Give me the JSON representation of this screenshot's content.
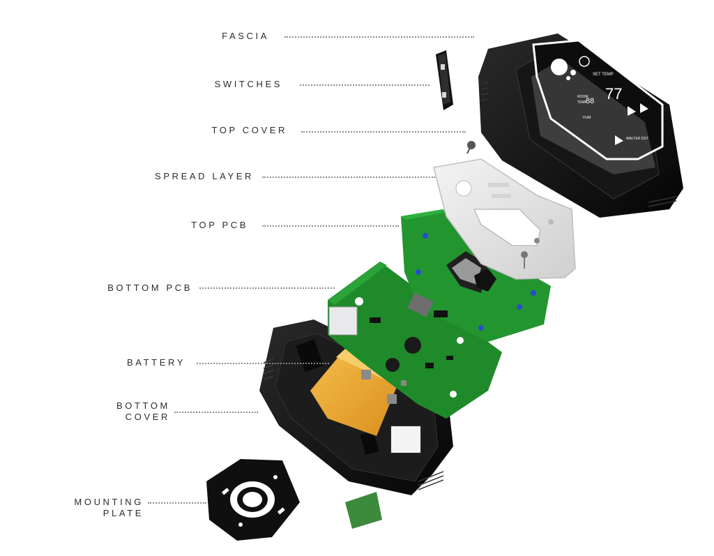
{
  "labels": {
    "fascia": "FASCIA",
    "switches": "SWITCHES",
    "top_cover": "TOP COVER",
    "spread_layer": "SPREAD LAYER",
    "top_pcb": "TOP PCB",
    "bottom_pcb": "BOTTOM PCB",
    "battery": "BATTERY",
    "bottom_cover_line1": "BOTTOM",
    "bottom_cover_line2": "COVER",
    "mounting_plate_line1": "MOUNTING",
    "mounting_plate_line2": "PLATE"
  },
  "display": {
    "set_temp_label": "SET TEMP",
    "set_temp_value": "77",
    "room_temp_value": "88",
    "room_label": "ROOM",
    "temp_label": "TEMP",
    "hum_label": "HUM",
    "brand": "WALTER DST"
  },
  "colors": {
    "case": "#111111",
    "pcb": "#1f8a2a",
    "battery": "#f0aa2e",
    "spread_layer": "#e8e8e8",
    "leader": "#8a8a8a"
  }
}
